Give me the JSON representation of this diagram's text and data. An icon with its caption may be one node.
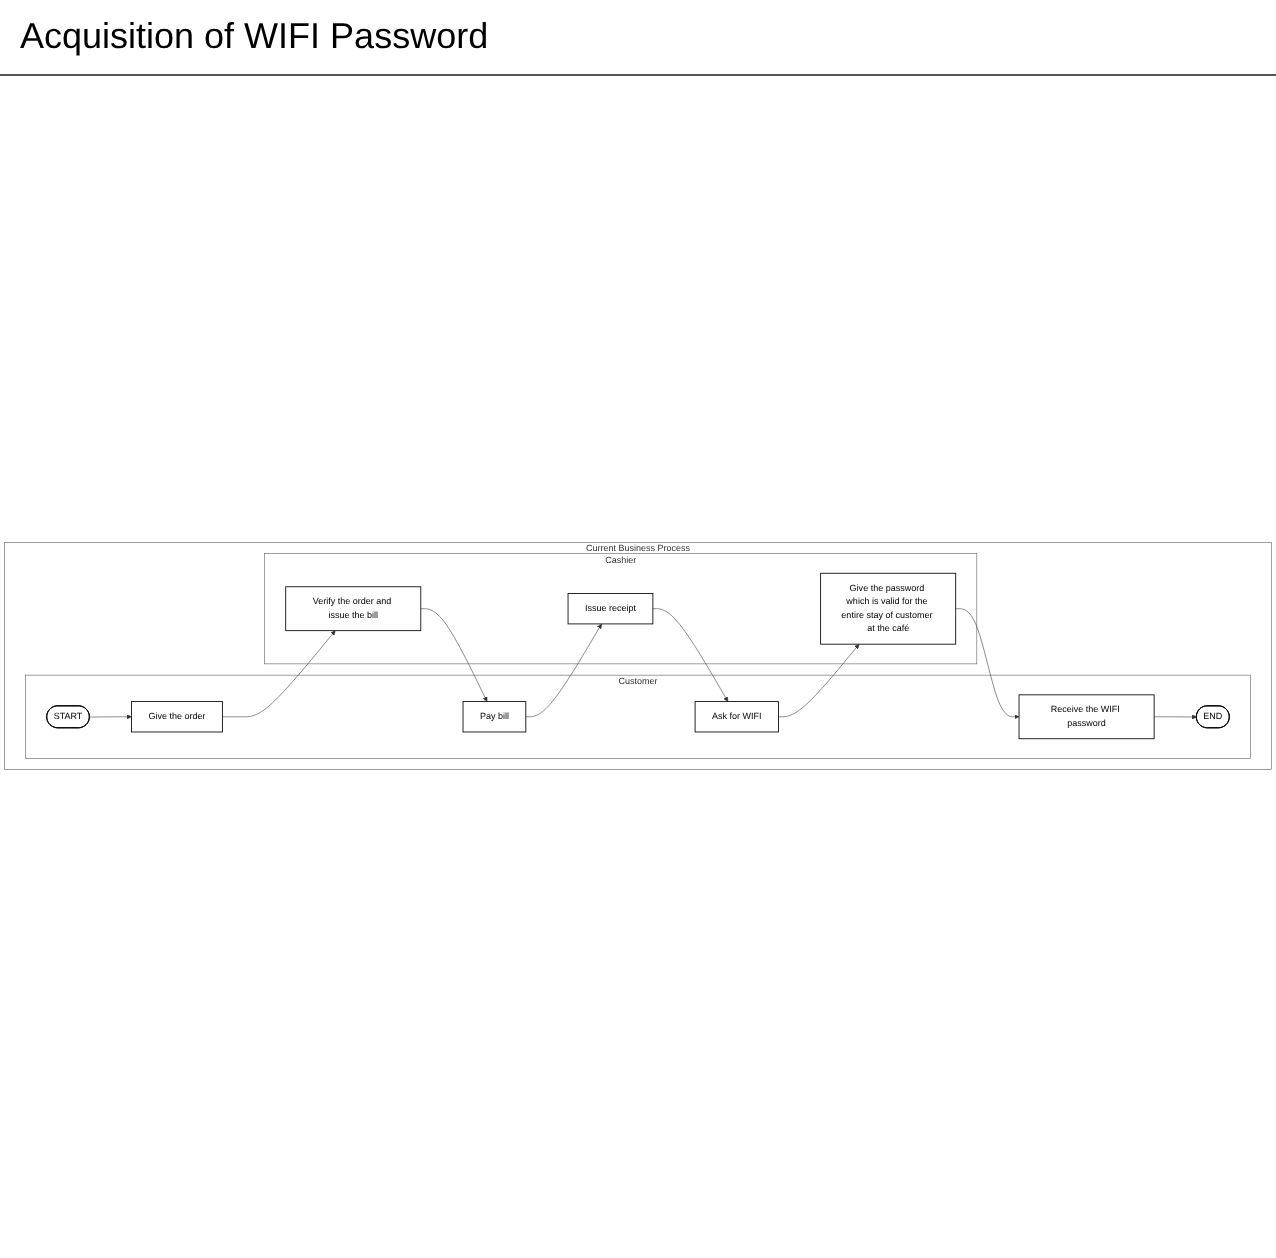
{
  "diagram": {
    "title": "Acquisition of WIFI Password",
    "nodes": [
      {
        "text": [
          "Current Business Process"
        ]
      },
      {
        "text": [
          "Customer"
        ],
        "in": 0
      },
      {
        "text": [
          "Cashier"
        ],
        "in": 0
      },
      {
        "text": [
          "START"
        ],
        "in": 1
      },
      {
        "text": [
          "Give the order"
        ],
        "in": 1
      },
      {
        "text": [
          "Verify the order and issue the bill"
        ],
        "in": 2
      },
      {
        "text": [
          "Pay bill"
        ],
        "in": 1
      },
      {
        "text": [
          "Issue receipt"
        ],
        "in": 2
      },
      {
        "text": [
          "Ask for WIFI"
        ],
        "in": 1
      },
      {
        "text": [
          "Give the password which is valid for the entire stay of customer at the café"
        ],
        "in": 2
      },
      {
        "text": [
          "Receive the WIFI password"
        ],
        "in": 1
      },
      {
        "text": [
          "END"
        ],
        "in": 1
      }
    ],
    "edges": [
      {
        "from": 3,
        "to": 4,
        "arrow": "to"
      },
      {
        "from": 4,
        "to": 5,
        "arrow": "to"
      },
      {
        "from": 5,
        "to": 6,
        "arrow": "to"
      },
      {
        "from": 6,
        "to": 7,
        "arrow": "to"
      },
      {
        "from": 7,
        "to": 8,
        "arrow": "to"
      },
      {
        "from": 8,
        "to": 9,
        "arrow": "to"
      },
      {
        "from": 9,
        "to": 10,
        "arrow": "to"
      },
      {
        "from": 10,
        "to": 11,
        "arrow": "to"
      }
    ]
  }
}
